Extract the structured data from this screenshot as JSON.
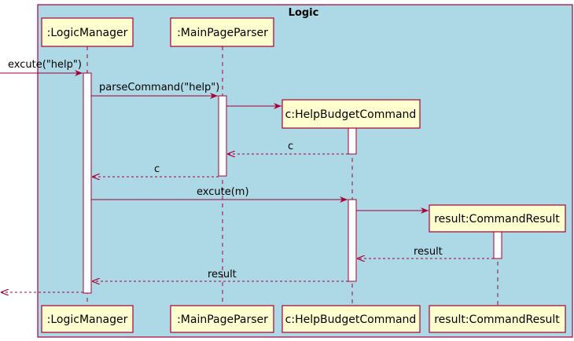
{
  "frame": {
    "title": "Logic"
  },
  "participants": [
    {
      "id": "logic-manager",
      "label": ":LogicManager"
    },
    {
      "id": "main-page-parser",
      "label": ":MainPageParser"
    },
    {
      "id": "help-budget-command",
      "label": "c:HelpBudgetCommand"
    },
    {
      "id": "command-result",
      "label": "result:CommandResult"
    }
  ],
  "messages": {
    "m1": "excute(\"help\")",
    "m2": "parseCommand(\"help\")",
    "m3": "c",
    "m4": "c",
    "m5": "excute(m)",
    "m6": "result",
    "m7": "result"
  },
  "colors": {
    "frame_bg": "#add8e6",
    "frame_border": "#a80036",
    "participant_bg": "#fefece",
    "arrow": "#a80036",
    "text": "#000000"
  }
}
